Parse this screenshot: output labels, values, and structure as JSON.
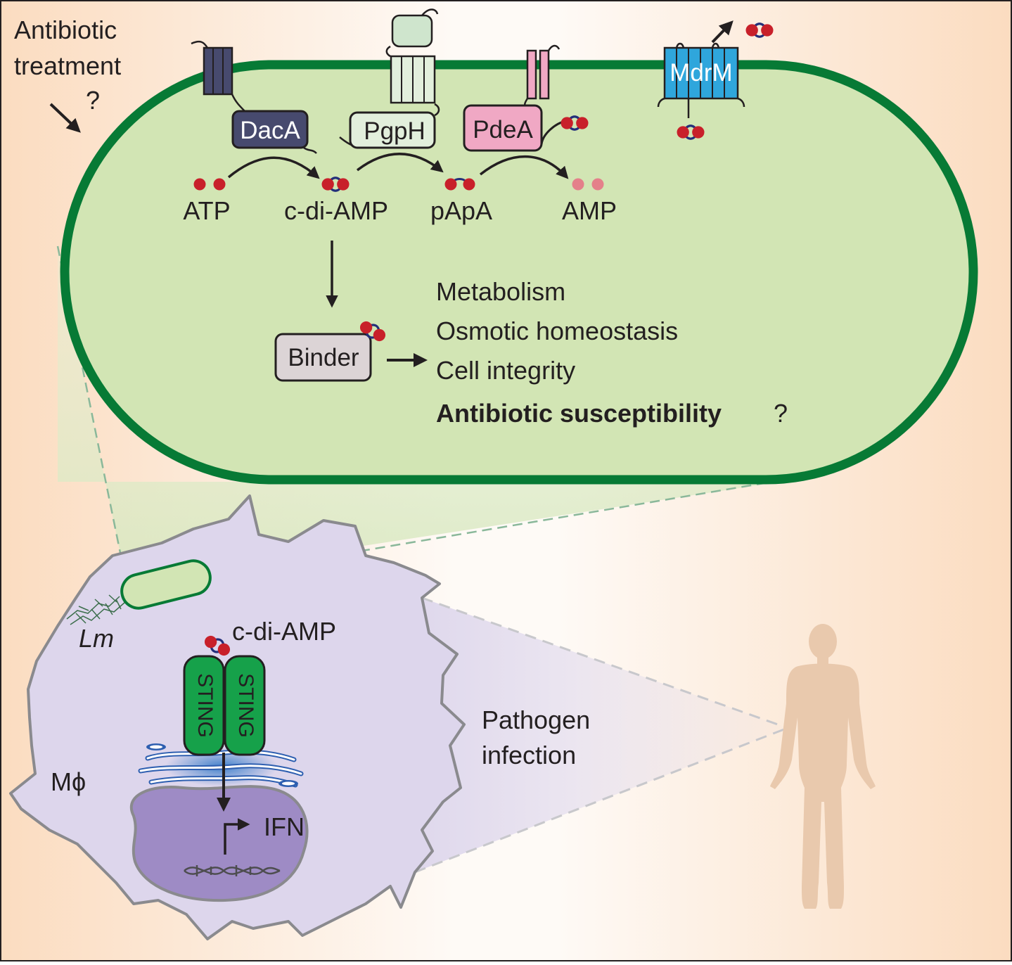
{
  "treatment": {
    "line1": "Antibiotic",
    "line2": "treatment",
    "question": "?"
  },
  "enzymes": {
    "daca": "DacA",
    "pgph": "PgpH",
    "pdea": "PdeA",
    "mdrm": "MdrM"
  },
  "metabolites": {
    "atp": "ATP",
    "cdiamp": "c-di-AMP",
    "papa": "pApA",
    "amp": "AMP"
  },
  "binder": "Binder",
  "outcomes": {
    "metabolism": "Metabolism",
    "osmotic": "Osmotic homeostasis",
    "integrity": "Cell integrity",
    "antibiotic": "Antibiotic susceptibility",
    "question": "?"
  },
  "host": {
    "lm": "Lm",
    "cdiamp": "c-di-AMP",
    "sting": "STING",
    "mphi": "Mϕ",
    "ifn": "IFN",
    "infection_line1": "Pathogen",
    "infection_line2": "infection"
  },
  "colors": {
    "cell_wall": "#077a35",
    "cytoplasm": "#d2e5b4",
    "daca": "#474a6e",
    "pgph": "#e2efdc",
    "pdea": "#f0a8c4",
    "mdrm": "#2fa6dc",
    "sting": "#16a14a",
    "macrophage": "#ddd6ec",
    "nucleus": "#9e8bc5",
    "nucleotide_red": "#c8202a",
    "nucleotide_blue": "#232f7a"
  }
}
